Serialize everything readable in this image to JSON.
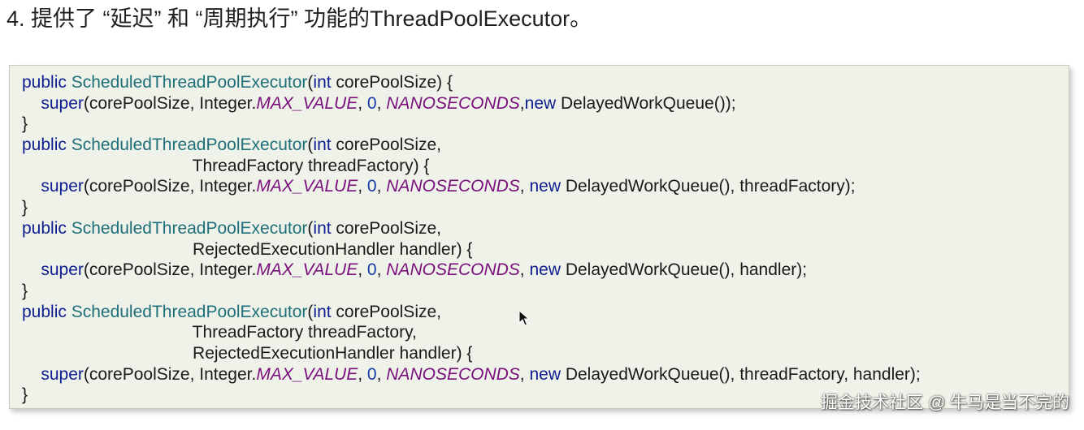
{
  "heading": "4. 提供了 “延迟” 和 “周期执行” 功能的ThreadPoolExecutor。",
  "code_lines": [
    [
      {
        "t": "kw",
        "v": "public "
      },
      {
        "t": "cls",
        "v": "ScheduledThreadPoolExecutor"
      },
      {
        "t": "plain",
        "v": "("
      },
      {
        "t": "kw",
        "v": "int"
      },
      {
        "t": "plain",
        "v": " corePoolSize) {"
      }
    ],
    [
      {
        "t": "plain",
        "v": "    "
      },
      {
        "t": "kw",
        "v": "super"
      },
      {
        "t": "plain",
        "v": "(corePoolSize, Integer."
      },
      {
        "t": "const",
        "v": "MAX_VALUE"
      },
      {
        "t": "plain",
        "v": ", "
      },
      {
        "t": "num",
        "v": "0"
      },
      {
        "t": "plain",
        "v": ", "
      },
      {
        "t": "const",
        "v": "NANOSECONDS"
      },
      {
        "t": "plain",
        "v": ","
      },
      {
        "t": "kw",
        "v": "new"
      },
      {
        "t": "plain",
        "v": " DelayedWorkQueue());"
      }
    ],
    [
      {
        "t": "plain",
        "v": "}"
      }
    ],
    [
      {
        "t": "kw",
        "v": "public "
      },
      {
        "t": "cls",
        "v": "ScheduledThreadPoolExecutor"
      },
      {
        "t": "plain",
        "v": "("
      },
      {
        "t": "kw",
        "v": "int"
      },
      {
        "t": "plain",
        "v": " corePoolSize,"
      }
    ],
    [
      {
        "t": "plain",
        "v": "                                    ThreadFactory threadFactory) {"
      }
    ],
    [
      {
        "t": "plain",
        "v": "    "
      },
      {
        "t": "kw",
        "v": "super"
      },
      {
        "t": "plain",
        "v": "(corePoolSize, Integer."
      },
      {
        "t": "const",
        "v": "MAX_VALUE"
      },
      {
        "t": "plain",
        "v": ", "
      },
      {
        "t": "num",
        "v": "0"
      },
      {
        "t": "plain",
        "v": ", "
      },
      {
        "t": "const",
        "v": "NANOSECONDS"
      },
      {
        "t": "plain",
        "v": ", "
      },
      {
        "t": "kw",
        "v": "new"
      },
      {
        "t": "plain",
        "v": " DelayedWorkQueue(), threadFactory);"
      }
    ],
    [
      {
        "t": "plain",
        "v": "}"
      }
    ],
    [
      {
        "t": "kw",
        "v": "public "
      },
      {
        "t": "cls",
        "v": "ScheduledThreadPoolExecutor"
      },
      {
        "t": "plain",
        "v": "("
      },
      {
        "t": "kw",
        "v": "int"
      },
      {
        "t": "plain",
        "v": " corePoolSize,"
      }
    ],
    [
      {
        "t": "plain",
        "v": "                                    RejectedExecutionHandler handler) {"
      }
    ],
    [
      {
        "t": "plain",
        "v": "    "
      },
      {
        "t": "kw",
        "v": "super"
      },
      {
        "t": "plain",
        "v": "(corePoolSize, Integer."
      },
      {
        "t": "const",
        "v": "MAX_VALUE"
      },
      {
        "t": "plain",
        "v": ", "
      },
      {
        "t": "num",
        "v": "0"
      },
      {
        "t": "plain",
        "v": ", "
      },
      {
        "t": "const",
        "v": "NANOSECONDS"
      },
      {
        "t": "plain",
        "v": ", "
      },
      {
        "t": "kw",
        "v": "new"
      },
      {
        "t": "plain",
        "v": " DelayedWorkQueue(), handler);"
      }
    ],
    [
      {
        "t": "plain",
        "v": "}"
      }
    ],
    [
      {
        "t": "kw",
        "v": "public "
      },
      {
        "t": "cls",
        "v": "ScheduledThreadPoolExecutor"
      },
      {
        "t": "plain",
        "v": "("
      },
      {
        "t": "kw",
        "v": "int"
      },
      {
        "t": "plain",
        "v": " corePoolSize,"
      }
    ],
    [
      {
        "t": "plain",
        "v": "                                    ThreadFactory threadFactory,"
      }
    ],
    [
      {
        "t": "plain",
        "v": "                                    RejectedExecutionHandler handler) {"
      }
    ],
    [
      {
        "t": "plain",
        "v": "    "
      },
      {
        "t": "kw",
        "v": "super"
      },
      {
        "t": "plain",
        "v": "(corePoolSize, Integer."
      },
      {
        "t": "const",
        "v": "MAX_VALUE"
      },
      {
        "t": "plain",
        "v": ", "
      },
      {
        "t": "num",
        "v": "0"
      },
      {
        "t": "plain",
        "v": ", "
      },
      {
        "t": "const",
        "v": "NANOSECONDS"
      },
      {
        "t": "plain",
        "v": ", "
      },
      {
        "t": "kw",
        "v": "new"
      },
      {
        "t": "plain",
        "v": " DelayedWorkQueue(), threadFactory, handler);"
      }
    ],
    [
      {
        "t": "plain",
        "v": "}"
      }
    ]
  ],
  "cursor_icon": "mouse-pointer-icon",
  "watermark": "掘金技术社区 @ 牛马是当不完的",
  "colors": {
    "keyword": "#0e1d8f",
    "class_name": "#1f6f7a",
    "constant": "#7a0f7d",
    "number": "#1a3aa8",
    "code_background": "#eef2e8"
  }
}
